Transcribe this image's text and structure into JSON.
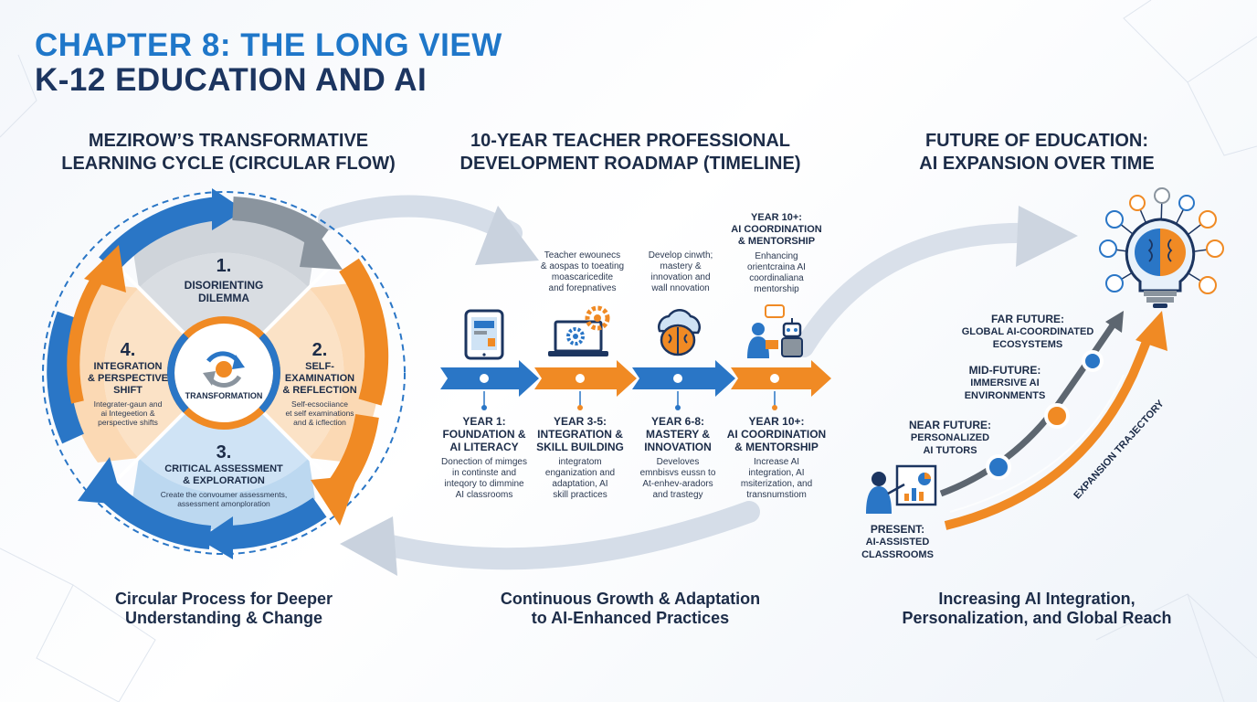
{
  "header": {
    "title_line1": "CHAPTER 8: THE LONG VIEW",
    "title_line2": "K-12 EDUCATION AND AI"
  },
  "mezirow": {
    "title_line1": "MEZIROW’S TRANSFORMATIVE",
    "title_line2": "LEARNING CYCLE (CIRCULAR FLOW)",
    "center_label": "TRANSFORMATION",
    "steps": [
      {
        "num": "1.",
        "title_line1": "DISORIENTING",
        "title_line2": "DILEMMA",
        "desc_line1": "",
        "desc_line2": ""
      },
      {
        "num": "2.",
        "title_line1": "SELF-",
        "title_line2": "EXAMINATION",
        "title_line3": "& REFLECTION",
        "desc_line1": "Self-ecsociiance",
        "desc_line2": "et self examinations",
        "desc_line3": "and & icflection"
      },
      {
        "num": "3.",
        "title_line1": "CRITICAL ASSESSMENT",
        "title_line2": "& EXPLORATION",
        "desc_line1": "Create the convoumer assessments,",
        "desc_line2": "assessment amonploration"
      },
      {
        "num": "4.",
        "title_line1": "INTEGRATION",
        "title_line2": "& PERSPECTIVE",
        "title_line3": "SHIFT",
        "desc_line1": "Integrater-gaun and",
        "desc_line2": "ai Integeetion &",
        "desc_line3": "perspective shifts"
      }
    ],
    "caption_line1": "Circular Process for Deeper",
    "caption_line2": "Understanding & Change"
  },
  "roadmap": {
    "title_line1": "10-YEAR TEACHER PROFESSIONAL",
    "title_line2": "DEVELOPMENT ROADMAP (TIMELINE)",
    "top_notes": [
      {
        "l1": "Teacher ewounecs",
        "l2": "& aospas to toeating",
        "l3": "moascaricedite",
        "l4": "and forepnatives"
      },
      {
        "l1": "Develop cinwth;",
        "l2": "mastery &",
        "l3": "innovation and",
        "l4": "wall nnovation"
      },
      {
        "l0a": "YEAR 10+:",
        "l0b": "AI COORDINATION",
        "l0c": "& MENTORSHIP",
        "l1": "Enhancing",
        "l2": "orientcraina AI",
        "l3": "coordinaliana",
        "l4": "mentorship"
      }
    ],
    "years": [
      {
        "title_line1": "YEAR 1:",
        "title_line2": "FOUNDATION &",
        "title_line3": "AI LITERACY",
        "desc_line1": "Donection of mimges",
        "desc_line2": "in continste and",
        "desc_line3": "inteqory to dimmine",
        "desc_line4": "AI classrooms"
      },
      {
        "title_line1": "YEAR 3-5:",
        "title_line2": "INTEGRATION &",
        "title_line3": "SKILL BUILDING",
        "desc_line1": "integratom",
        "desc_line2": "enganization and",
        "desc_line3": "adaptation, AI",
        "desc_line4": "skill practices"
      },
      {
        "title_line1": "YEAR 6-8:",
        "title_line2": "MASTERY &",
        "title_line3": "INNOVATION",
        "desc_line1": "Develoves",
        "desc_line2": "emnbisvs eussn to",
        "desc_line3": "At-enhev-aradors",
        "desc_line4": "and trastegy"
      },
      {
        "title_line1": "YEAR 10+:",
        "title_line2": "AI COORDINATION",
        "title_line3": "& MENTORSHIP",
        "desc_line1": "Increase AI",
        "desc_line2": "integration, AI",
        "desc_line3": "msiterization, and",
        "desc_line4": "transnumstiom"
      }
    ],
    "caption_line1": "Continuous Growth & Adaptation",
    "caption_line2": "to AI-Enhanced Practices"
  },
  "future": {
    "title_line1": "FUTURE OF EDUCATION:",
    "title_line2": "AI EXPANSION OVER TIME",
    "stages": [
      {
        "l1": "PRESENT:",
        "l2": "AI-ASSISTED",
        "l3": "CLASSROOMS"
      },
      {
        "l1": "NEAR FUTURE:",
        "l2": "PERSONALIZED",
        "l3": "AI TUTORS"
      },
      {
        "l1": "MID-FUTURE:",
        "l2": "IMMERSIVE AI",
        "l3": "ENVIRONMENTS"
      },
      {
        "l1": "FAR FUTURE:",
        "l2": "GLOBAL AI-COORDINATED",
        "l3": "ECOSYSTEMS"
      }
    ],
    "trajectory_label": "EXPANSION TRAJECTORY",
    "caption_line1": "Increasing AI Integration,",
    "caption_line2": "Personalization, and Global Reach"
  },
  "colors": {
    "blue": "#2a76c6",
    "dark_blue": "#1c3560",
    "orange": "#f08a24",
    "gray": "#8a949e",
    "peach": "#fbe2c6",
    "light_blue": "#cfe3f5",
    "light_gray": "#d9dde2"
  },
  "icons": [
    "tablet-icon",
    "laptop-gear-icon",
    "brain-cloud-icon",
    "teacher-robot-icon",
    "brain-lightbulb-icon",
    "teacher-presentation-icon"
  ]
}
